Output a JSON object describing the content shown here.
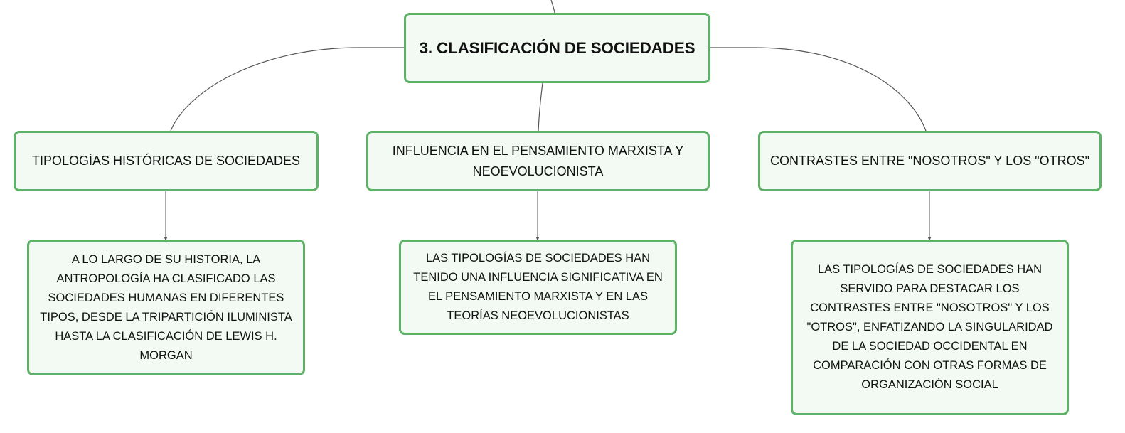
{
  "colors": {
    "node_border": "#5cb266",
    "node_fill": "#f2faf3",
    "connector": "#555555",
    "text": "#111111"
  },
  "root": {
    "label": "3. CLASIFICACIÓN DE SOCIEDADES"
  },
  "topics": [
    {
      "label": "TIPOLOGÍAS HISTÓRICAS DE SOCIEDADES",
      "detail": "A LO LARGO DE SU HISTORIA, LA ANTROPOLOGÍA HA CLASIFICADO LAS SOCIEDADES HUMANAS EN DIFERENTES TIPOS, DESDE LA TRIPARTICIÓN ILUMINISTA HASTA LA CLASIFICACIÓN DE LEWIS H. MORGAN"
    },
    {
      "label": "INFLUENCIA EN EL PENSAMIENTO MARXISTA Y NEOEVOLUCIONISTA",
      "detail": "LAS TIPOLOGÍAS DE SOCIEDADES HAN TENIDO UNA INFLUENCIA SIGNIFICATIVA EN EL PENSAMIENTO MARXISTA Y EN LAS TEORÍAS NEOEVOLUCIONISTAS"
    },
    {
      "label": "CONTRASTES ENTRE \"NOSOTROS\" Y LOS \"OTROS\"",
      "detail": "LAS TIPOLOGÍAS DE SOCIEDADES HAN SERVIDO PARA DESTACAR LOS CONTRASTES ENTRE \"NOSOTROS\" Y LOS \"OTROS\", ENFATIZANDO LA SINGULARIDAD DE LA SOCIEDAD OCCIDENTAL EN COMPARACIÓN CON OTRAS FORMAS DE ORGANIZACIÓN SOCIAL"
    }
  ]
}
